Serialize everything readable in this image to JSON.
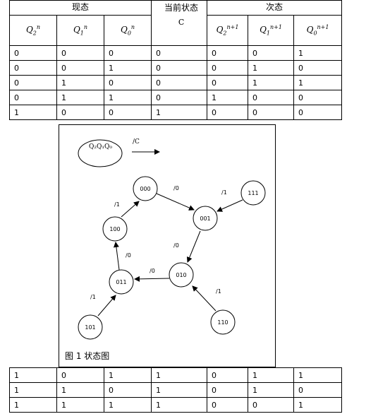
{
  "top_table": {
    "header": {
      "present_state": "现态",
      "current_input": "当前状态",
      "input_symbol": "C",
      "next_state": "次态",
      "present_cols": [
        "Q2^n",
        "Q1^n",
        "Q0^n"
      ],
      "next_cols": [
        "Q2^n+1",
        "Q1^n+1",
        "Q0^n+1"
      ]
    },
    "rows": [
      [
        "0",
        "0",
        "0",
        "0",
        "0",
        "0",
        "1"
      ],
      [
        "0",
        "0",
        "1",
        "0",
        "0",
        "1",
        "0"
      ],
      [
        "0",
        "1",
        "0",
        "0",
        "0",
        "1",
        "1"
      ],
      [
        "0",
        "1",
        "1",
        "0",
        "1",
        "0",
        "0"
      ],
      [
        "1",
        "0",
        "0",
        "1",
        "0",
        "0",
        "0"
      ]
    ]
  },
  "diagram": {
    "legend_node": "Q₂Q₁Q₀",
    "legend_edge": "/C",
    "caption": "图 1 状态图",
    "nodes": [
      "000",
      "001",
      "010",
      "011",
      "100",
      "101",
      "110",
      "111"
    ],
    "edge_labels": {
      "e100_000": "/1",
      "e000_001": "/0",
      "e111_001": "/1",
      "e001_010": "/0",
      "e010_011": "/0",
      "e011_100": "/0",
      "e101_011": "/1",
      "e110_010": "/1"
    }
  },
  "bottom_table": {
    "rows": [
      [
        "1",
        "0",
        "1",
        "1",
        "0",
        "1",
        "1"
      ],
      [
        "1",
        "1",
        "0",
        "1",
        "0",
        "1",
        "0"
      ],
      [
        "1",
        "1",
        "1",
        "1",
        "0",
        "0",
        "1"
      ]
    ]
  }
}
